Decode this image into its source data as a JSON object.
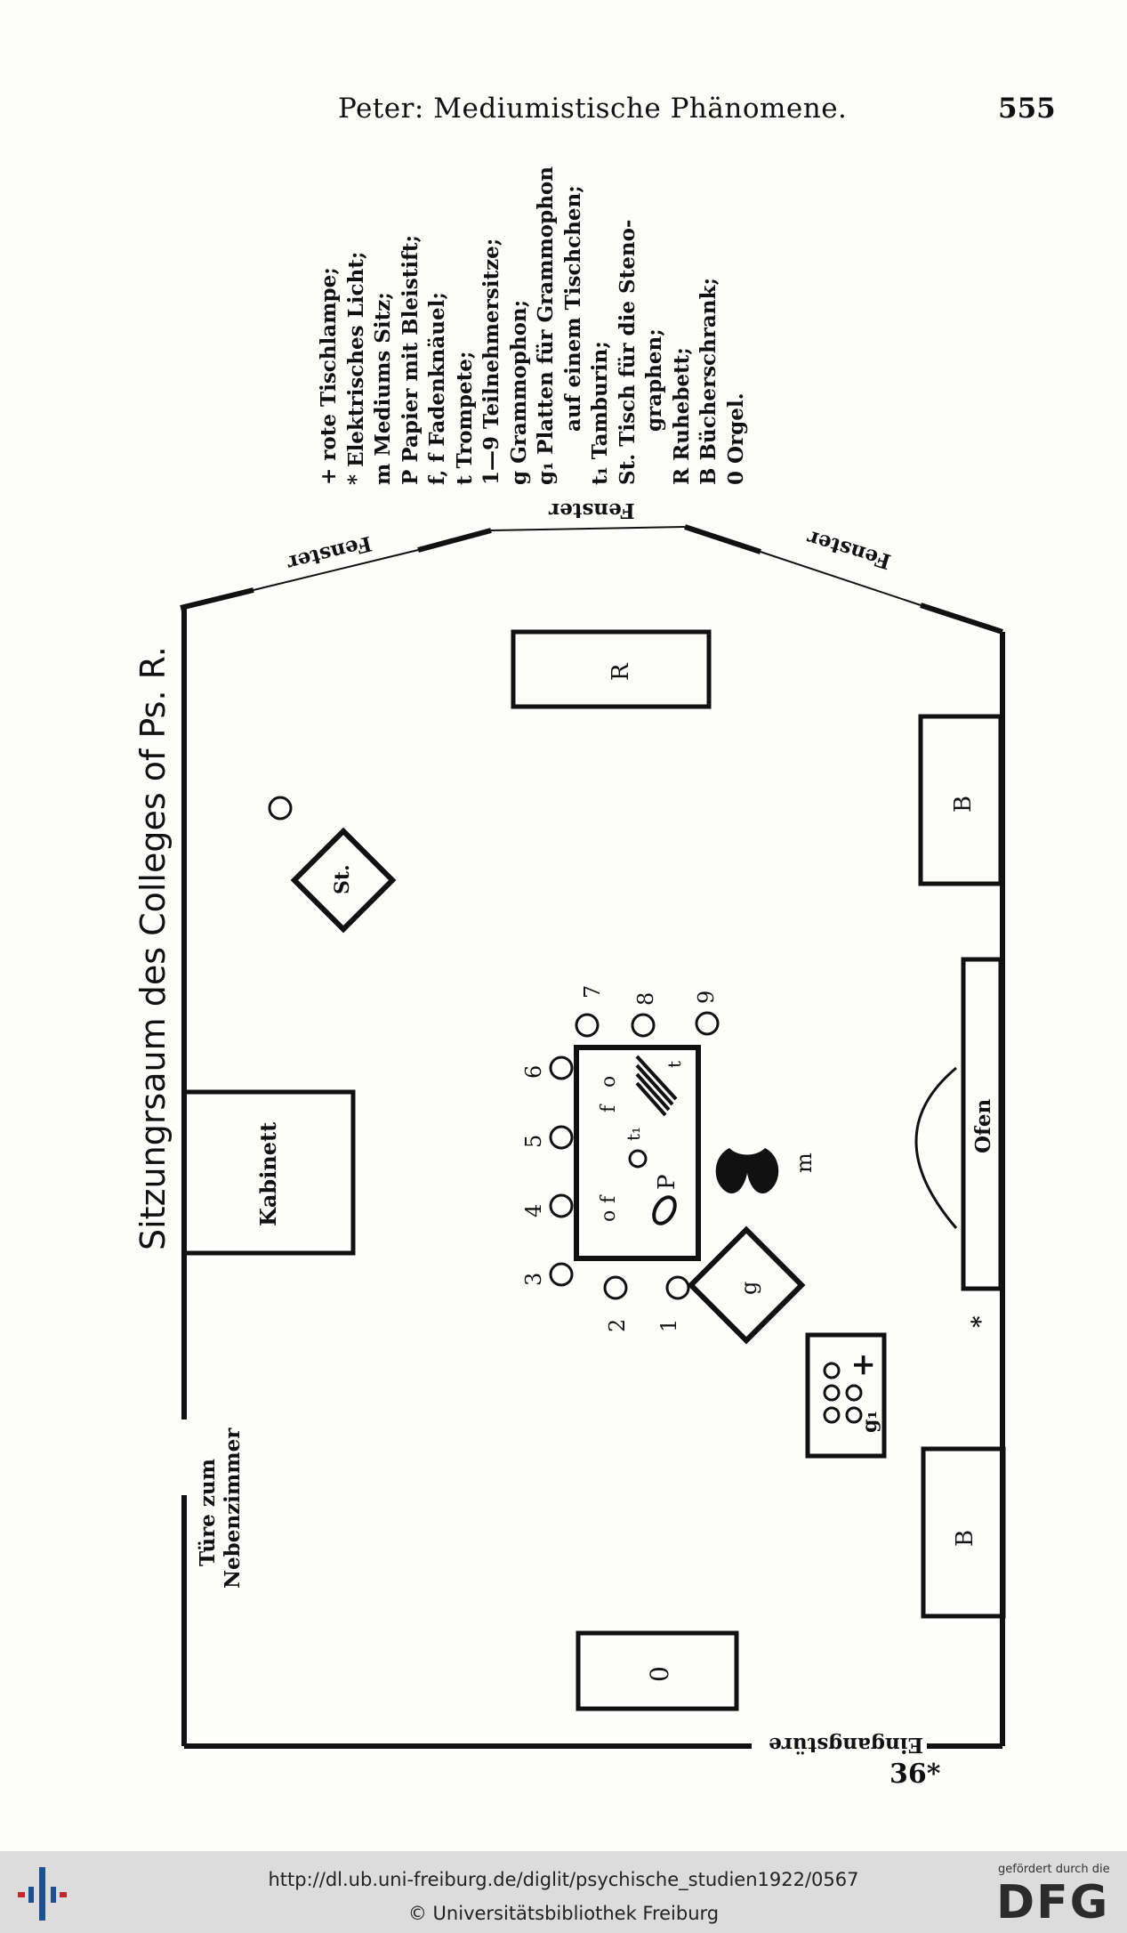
{
  "header": {
    "title": "Peter: Mediumistische Phänomene.",
    "page_number": "555"
  },
  "plan": {
    "title": "Sitzungrsaum des Colleges of Ps. R.",
    "rooms": {
      "kabinett": "Kabinett",
      "door_line1": "Türe zum",
      "door_line2": "Nebenzimmer",
      "entrance": "Eingangstüre",
      "window": "Fenster",
      "ofen": "Ofen"
    },
    "furniture": {
      "ruhebett": "R",
      "schrank": "B",
      "orgel": "0",
      "steno": "St.",
      "grammophon": "g",
      "platten": "g₁",
      "lampe": "+",
      "licht": "*",
      "medium": "m",
      "papier": "P",
      "faden_f1": "f",
      "faden_f2": "f",
      "faden_o1": "o",
      "faden_o2": "o",
      "tamburin": "t₁",
      "trompete": "t"
    },
    "seats": [
      "1",
      "2",
      "3",
      "4",
      "5",
      "6",
      "7",
      "8",
      "9"
    ]
  },
  "legend": [
    "+ rote Tischlampe;",
    "* Elektrisches Licht;",
    "m Mediums Sitz;",
    "P Papier mit Bleistift;",
    "f, f Fadenknäuel;",
    "t Trompete;",
    "1—9 Teilnehmersitze;",
    "g Grammophon;",
    "g₁ Platten für Grammophon",
    "auf einem Tischchen;",
    "t₁ Tamburin;",
    "St. Tisch für die Steno-",
    "graphen;",
    "R Ruhebett;",
    "B Bücherschrank;",
    "0 Orgel."
  ],
  "signature": "36*",
  "footer": {
    "url": "http://dl.ub.uni-freiburg.de/diglit/psychische_studien1922/0567",
    "copyright": "© Universitätsbibliothek Freiburg",
    "funder_label": "gefördert durch die",
    "funder_logo": "DFG"
  }
}
